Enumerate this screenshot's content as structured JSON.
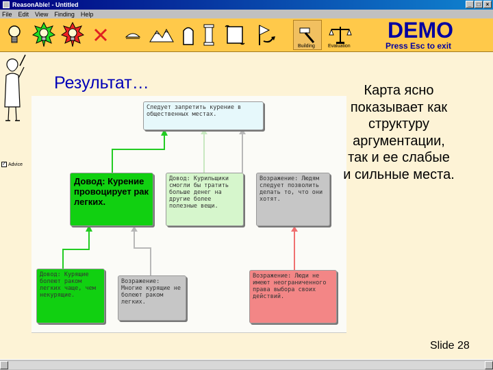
{
  "window": {
    "title": "ReasonAble! - Untitled"
  },
  "menu": [
    "File",
    "Edit",
    "View",
    "Finding",
    "Help"
  ],
  "toolbar": {
    "building_label": "Building",
    "evaluation_label": "Evaluation",
    "icons": [
      "lightbulb-icon",
      "lightbulb-green-icon",
      "lightbulb-red-icon",
      "delete-icon",
      "boat-icon",
      "mountains-icon",
      "tombstone-icon",
      "pillar-icon",
      "scroll-icon",
      "flag-arrow-icon",
      "hammer-icon",
      "scales-icon"
    ]
  },
  "demo": {
    "title": "DEMO",
    "subtitle": "Press Esc to exit"
  },
  "sidebar": {
    "advice_label": "Advice"
  },
  "heading": "Результат…",
  "map": {
    "main_claim": "Следует запретить курение в общественных местах.",
    "reason1": "Довод: Курение провоцирует рак легких.",
    "reason2": "Довод: Курильщики смогли бы тратить больше денег на другие более полезные вещи.",
    "objection1": "Возражение: Людям следует позволить делать то, что они хотят.",
    "reason3": "Довод: Курящие болеют раком легких чаще, чем некурящие.",
    "objection2": "Возражение: Многие курящие не болеют раком легких.",
    "objection3": "Возражение: Люди не имеют неограниченного права выбора своих действий."
  },
  "description_lines": [
    "Карта ясно",
    "показывает как",
    "структуру",
    "аргументации,",
    "так и ее слабые",
    "и сильные места."
  ],
  "slide_label": "Slide 28",
  "colors": {
    "green": "#11d011",
    "blue": "#e6f8fb",
    "grey": "#c6c6c6",
    "red": "#f38686",
    "lightgreen": "#d6f6cc",
    "toolbar": "#ffc94a",
    "demo": "#0000a0"
  }
}
